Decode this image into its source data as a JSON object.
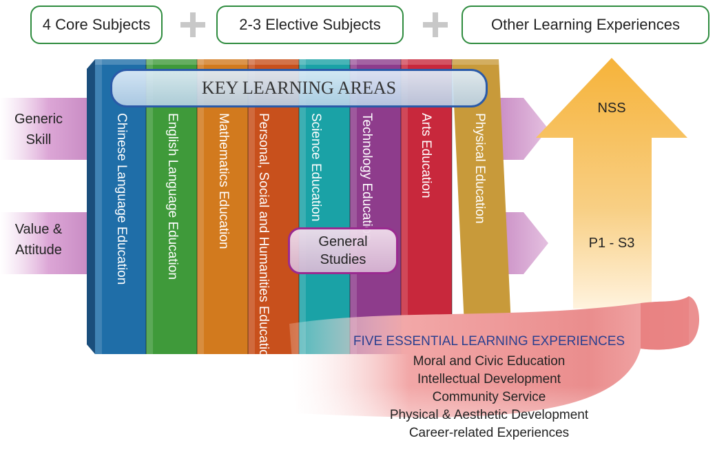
{
  "top_row": {
    "core": "4 Core Subjects",
    "elective": "2-3 Elective Subjects",
    "other": "Other Learning Experiences"
  },
  "side_labels": {
    "generic_skill": [
      "Generic",
      "Skill"
    ],
    "value_attitude": [
      "Value &",
      "Attitude"
    ]
  },
  "key_learning_areas": {
    "title": "KEY LEARNING AREAS",
    "books": [
      {
        "lines": [
          "Chinese Language Education"
        ],
        "color": "#1f6ea8"
      },
      {
        "lines": [
          "English Language Education"
        ],
        "color": "#3f9a3a"
      },
      {
        "lines": [
          "Mathematics Education"
        ],
        "color": "#d27a1e"
      },
      {
        "lines": [
          "Personal, Social and",
          "Humanities Education"
        ],
        "color": "#c8501c"
      },
      {
        "lines": [
          "Science",
          "Education"
        ],
        "color": "#1aa2a6"
      },
      {
        "lines": [
          "Technology",
          "Education"
        ],
        "color": "#8e3c8c"
      },
      {
        "lines": [
          "Arts Education"
        ],
        "color": "#c8283c"
      },
      {
        "lines": [
          "Physical Education"
        ],
        "color": "#c89a3a"
      }
    ]
  },
  "general_studies": [
    "General",
    "Studies"
  ],
  "progression": {
    "top": "NSS",
    "bottom": "P1 - S3"
  },
  "essential_experiences": {
    "title": "FIVE ESSENTIAL LEARNING EXPERIENCES",
    "items": [
      "Moral and Civic Education",
      "Intellectual Development",
      "Community Service",
      "Physical & Aesthetic Development",
      "Career-related Experiences"
    ]
  },
  "colors": {
    "pill_border": "#2e8b3e",
    "kla_border": "#2a5aa8",
    "gs_border": "#9a2a90",
    "arrow": "#f6b93b",
    "scroll": "#e88a8a",
    "side_arrow": "#c98cc4"
  }
}
